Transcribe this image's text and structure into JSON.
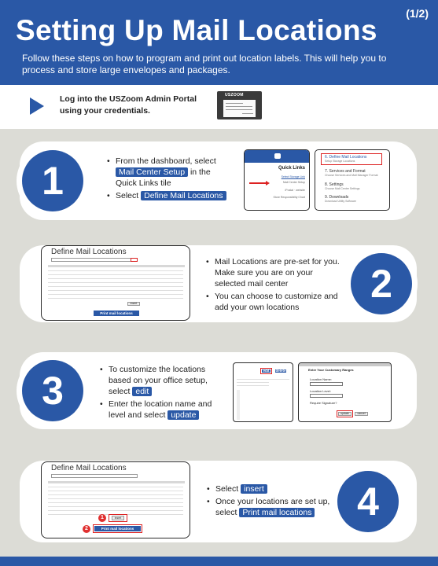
{
  "header": {
    "title": "Setting Up Mail Locations",
    "page": "(1/2)",
    "subtitle": "Follow these steps on how to program and print out location labels. This will help you to process and store large envelopes and packages."
  },
  "login": {
    "text": "Log into the USZoom Admin Portal using your credentials.",
    "thumb_logo": "USZOOM"
  },
  "steps": [
    {
      "number": "1",
      "b1_pre": "From the dashboard, select",
      "b1_hl": "Mail Center Setup",
      "b1_post": "in the Quick Links tile",
      "b2_pre": "Select",
      "b2_hl": "Define Mail Locations",
      "quick_links": {
        "title": "Quick Links",
        "items": [
          "Select Storage Link",
          "Mail Center Setup",
          "iPostal · website",
          "Store Responsibility Chart"
        ]
      },
      "menu": [
        {
          "title": "6. Define Mail Locations",
          "sub": "Setup Storage Locations"
        },
        {
          "title": "7. Services and Format",
          "sub": "Choose Services and Mail Manager Format"
        },
        {
          "title": "8. Settings",
          "sub": "Choose Mail Center Settings"
        },
        {
          "title": "9. Downloads",
          "sub": "Download Utility Software"
        }
      ]
    },
    {
      "number": "2",
      "b1": "Mail Locations are pre-set for you. Make sure you are on your selected mail center",
      "b2": "You can choose to customize and add your own locations",
      "shot_title": "Define Mail Locations",
      "print_btn": "Print mail locations",
      "insert_btn": "insert"
    },
    {
      "number": "3",
      "b1_pre": "To customize the locations based on your office setup, select",
      "b1_hl": "edit",
      "b2_pre": "Enter the location name and level and select",
      "b2_hl": "update",
      "edit_btn": "edit",
      "delete_btn": "delete",
      "form_header": "Enter Your Customary Ranges",
      "form_name": "Location Name:",
      "form_level": "Location Level:",
      "form_sig": "Require Signature?",
      "update_btn": "update",
      "cancel_btn": "cancel"
    },
    {
      "number": "4",
      "b1_pre": "Select",
      "b1_hl": "insert",
      "b2_pre": "Once your locations are set up, select",
      "b2_hl": "Print mail locations",
      "shot_title": "Define Mail Locations",
      "print_btn": "Print mail locations",
      "insert_btn": "insert",
      "badge1": "1",
      "badge2": "2"
    }
  ]
}
